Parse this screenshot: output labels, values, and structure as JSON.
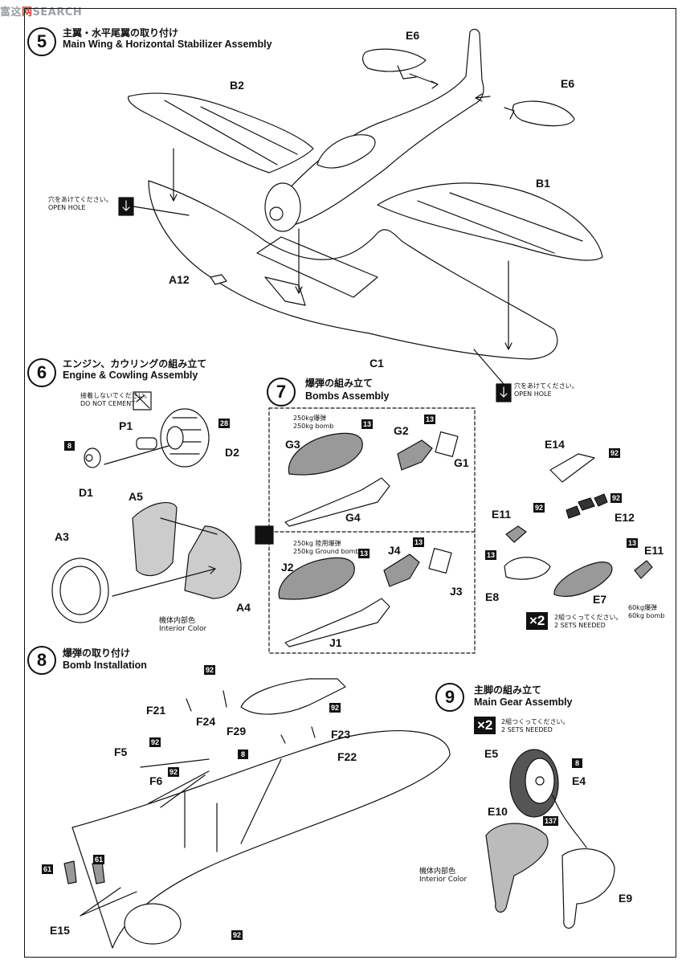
{
  "watermark": {
    "prefix": "富这",
    "hl": "网",
    "rest": "SEARCH"
  },
  "steps": [
    {
      "num": "5",
      "jp": "主翼・水平尾翼の取り付け",
      "en": "Main Wing & Horizontal Stabilizer Assembly"
    },
    {
      "num": "6",
      "jp": "エンジン、カウリングの組み立て",
      "en": "Engine & Cowling Assembly"
    },
    {
      "num": "7",
      "jp": "爆弾の組み立て",
      "en": "Bombs Assembly"
    },
    {
      "num": "8",
      "jp": "爆弾の取り付け",
      "en": "Bomb Installation"
    },
    {
      "num": "9",
      "jp": "主脚の組み立て",
      "en": "Main Gear Assembly"
    }
  ],
  "notes": {
    "open_hole_jp": "穴をあけてください。",
    "open_hole_en": "OPEN HOLE",
    "no_cement_jp": "接着しないでください。",
    "no_cement_en": "DO NOT CEMENT",
    "bomb250_jp": "250kg爆弾",
    "bomb250_en": "250kg bomb",
    "ground250_jp": "250kg 陸用爆弾",
    "ground250_en": "250kg Ground bomb",
    "bomb60_jp": "60kg爆弾",
    "bomb60_en": "60kg bomb",
    "sets_jp": "2組つくってください。",
    "sets_en": "2 SETS NEEDED",
    "interior_jp": "機体内部色",
    "interior_en": "Interior Color",
    "x2": "×2"
  },
  "parts": {
    "E6": "E6",
    "B2": "B2",
    "B1": "B1",
    "A12": "A12",
    "C1": "C1",
    "P1": "P1",
    "D2": "D2",
    "D1": "D1",
    "A5": "A5",
    "A3": "A3",
    "A4": "A4",
    "G3": "G3",
    "G2": "G2",
    "G1": "G1",
    "G4": "G4",
    "J2": "J2",
    "J4": "J4",
    "J3": "J3",
    "J1": "J1",
    "E14": "E14",
    "E11": "E11",
    "E12": "E12",
    "E8": "E8",
    "E7": "E7",
    "F21": "F21",
    "F24": "F24",
    "F29": "F29",
    "F23": "F23",
    "F22": "F22",
    "F5": "F5",
    "F6": "F6",
    "E15": "E15",
    "E5": "E5",
    "E4": "E4",
    "E10": "E10",
    "E9": "E9"
  },
  "colors": {
    "c8": "8",
    "c13": "13",
    "c28": "28",
    "c61": "61",
    "c92": "92",
    "c137": "137"
  }
}
